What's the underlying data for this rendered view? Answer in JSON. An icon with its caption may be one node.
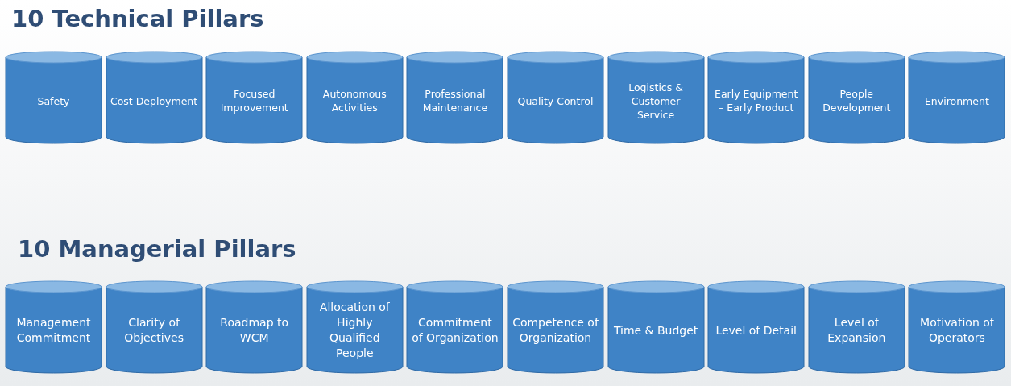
{
  "diagram": {
    "nodes": [
      {
        "text": [
          "Safety"
        ]
      },
      {
        "text": [
          "Cost Deployment"
        ]
      },
      {
        "text": [
          "Focused Improvement"
        ]
      },
      {
        "text": [
          "Autonomous Activities"
        ]
      },
      {
        "text": [
          "Professional Maintenance"
        ]
      },
      {
        "text": [
          "Quality Control"
        ]
      },
      {
        "text": [
          "Logistics & Customer Service"
        ]
      },
      {
        "text": [
          "Early Equipment – Early Product"
        ]
      },
      {
        "text": [
          "People Development"
        ]
      },
      {
        "text": [
          "Environment"
        ]
      },
      {
        "text": [
          "Management Commitment"
        ]
      },
      {
        "text": [
          "Clarity of Objectives"
        ]
      },
      {
        "text": [
          "Roadmap to WCM"
        ]
      },
      {
        "text": [
          "Allocation of Highly Qualified People"
        ]
      },
      {
        "text": [
          "Commitment of Organization"
        ]
      },
      {
        "text": [
          "Competence of Organization"
        ]
      },
      {
        "text": [
          "Time & Budget"
        ]
      },
      {
        "text": [
          "Level of Detail"
        ]
      },
      {
        "text": [
          "Level of Expansion"
        ]
      },
      {
        "text": [
          "Motivation of Operators"
        ]
      }
    ],
    "edges": [],
    "labels": [
      "10 Technical Pillars",
      "10 Managerial Pillars"
    ]
  }
}
